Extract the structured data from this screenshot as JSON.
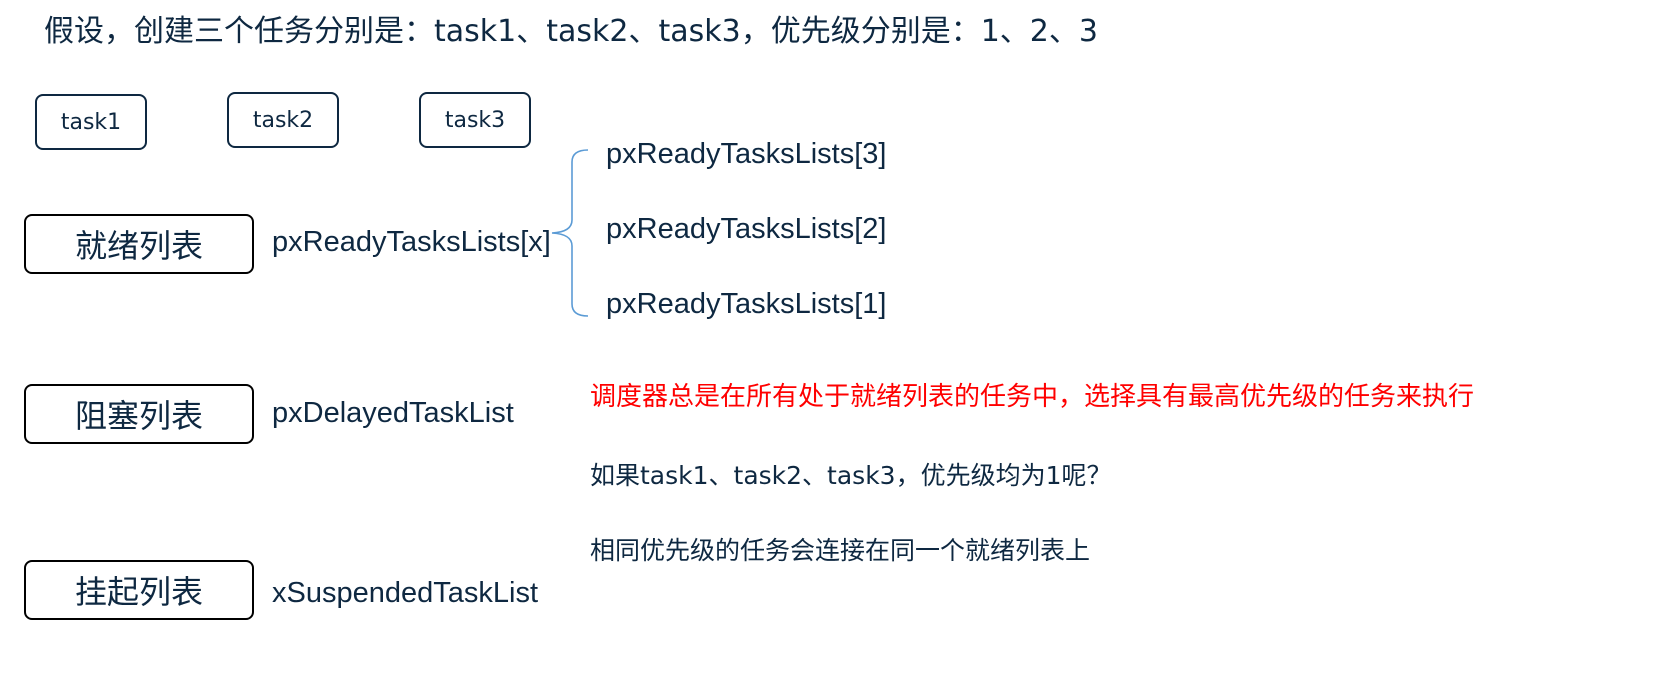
{
  "heading": "假设，创建三个任务分别是：task1、task2、task3，优先级分别是：1、2、3",
  "tasks": [
    {
      "label": "task1"
    },
    {
      "label": "task2"
    },
    {
      "label": "task3"
    }
  ],
  "lists": [
    {
      "label": "就绪列表",
      "variable": "pxReadyTasksLists[x]"
    },
    {
      "label": "阻塞列表",
      "variable": "pxDelayedTaskList"
    },
    {
      "label": "挂起列表",
      "variable": "xSuspendedTaskList"
    }
  ],
  "ready_items": [
    "pxReadyTasksLists[3]",
    "pxReadyTasksLists[2]",
    "pxReadyTasksLists[1]"
  ],
  "notes": {
    "scheduler_rule": "调度器总是在所有处于就绪列表的任务中，选择具有最高优先级的任务来执行",
    "question": "如果task1、task2、task3，优先级均为1呢？",
    "answer": "相同优先级的任务会连接在同一个就绪列表上"
  },
  "colors": {
    "text": "#0e2841",
    "highlight": "#ff0000",
    "box_border": "#000000"
  }
}
